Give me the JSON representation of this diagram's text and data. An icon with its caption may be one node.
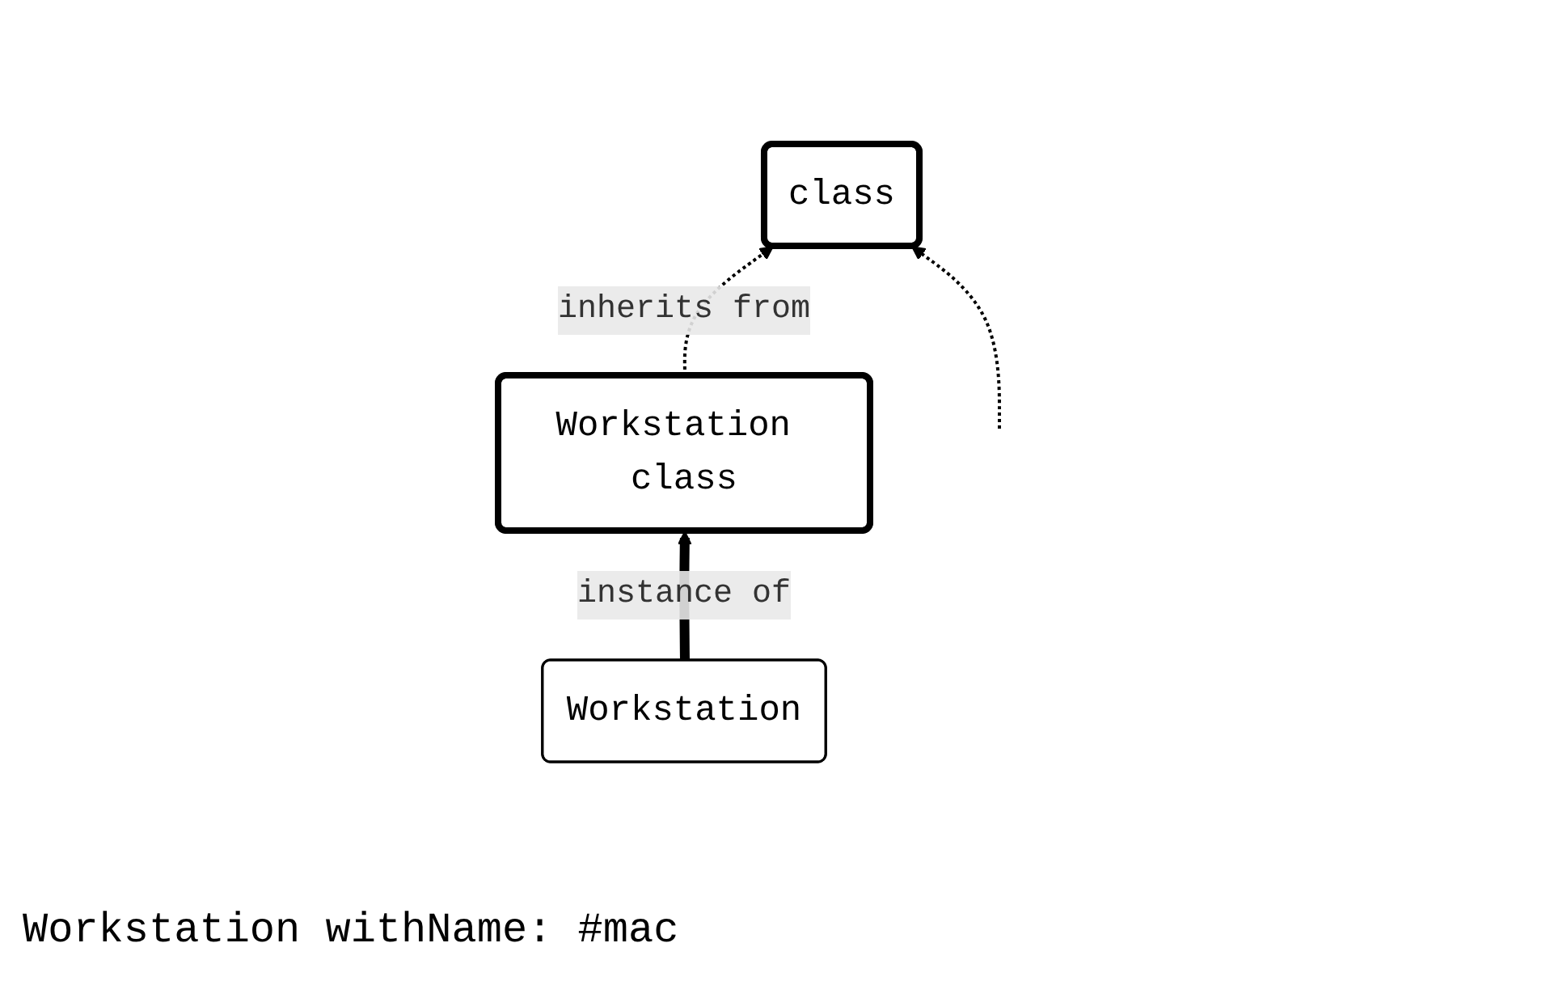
{
  "diagram": {
    "nodes": [
      {
        "text": [
          "class"
        ]
      },
      {
        "text": [
          "Workstation class"
        ]
      },
      {
        "text": [
          "Workstation"
        ]
      }
    ],
    "edges": [
      {
        "from": 2,
        "to": 1,
        "arrow": "to",
        "label": "instance of",
        "style": "thick"
      },
      {
        "from": 1,
        "to": 0,
        "arrow": "to",
        "label": "inherits from",
        "style": "dashed"
      },
      {
        "from": null,
        "to": 0,
        "arrow": "to",
        "style": "dashed"
      }
    ],
    "labels": [
      "Workstation withName: #mac"
    ]
  }
}
